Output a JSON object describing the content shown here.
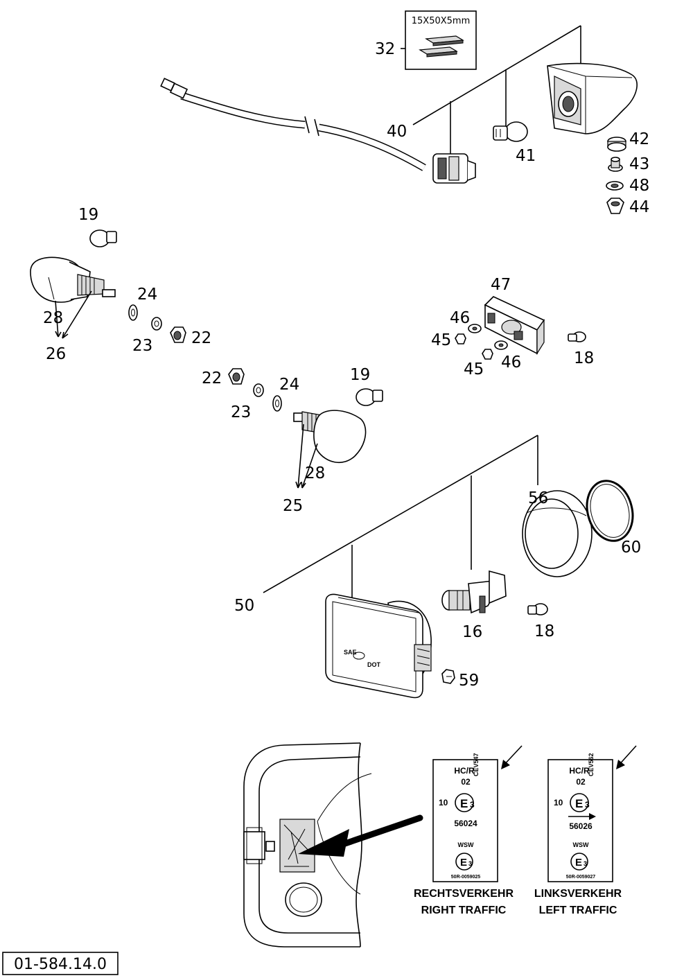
{
  "parts": [
    {
      "id": "p32",
      "label": "32"
    },
    {
      "id": "p40",
      "label": "40"
    },
    {
      "id": "p41",
      "label": "41"
    },
    {
      "id": "p42",
      "label": "42"
    },
    {
      "id": "p43",
      "label": "43"
    },
    {
      "id": "p48",
      "label": "48"
    },
    {
      "id": "p44",
      "label": "44"
    },
    {
      "id": "p19a",
      "label": "19"
    },
    {
      "id": "p28a",
      "label": "28"
    },
    {
      "id": "p26",
      "label": "26"
    },
    {
      "id": "p24a",
      "label": "24"
    },
    {
      "id": "p23a",
      "label": "23"
    },
    {
      "id": "p22a",
      "label": "22"
    },
    {
      "id": "p47",
      "label": "47"
    },
    {
      "id": "p46a",
      "label": "46"
    },
    {
      "id": "p45a",
      "label": "45"
    },
    {
      "id": "p45b",
      "label": "45"
    },
    {
      "id": "p46b",
      "label": "46"
    },
    {
      "id": "p18a",
      "label": "18"
    },
    {
      "id": "p22b",
      "label": "22"
    },
    {
      "id": "p24b",
      "label": "24"
    },
    {
      "id": "p23b",
      "label": "23"
    },
    {
      "id": "p19b",
      "label": "19"
    },
    {
      "id": "p28b",
      "label": "28"
    },
    {
      "id": "p25",
      "label": "25"
    },
    {
      "id": "p56",
      "label": "56"
    },
    {
      "id": "p60",
      "label": "60"
    },
    {
      "id": "p50",
      "label": "50"
    },
    {
      "id": "p16",
      "label": "16"
    },
    {
      "id": "p18b",
      "label": "18"
    },
    {
      "id": "p59",
      "label": "59"
    }
  ],
  "spec_box": {
    "text": "15X50X5mm"
  },
  "labels_right": {
    "hc": "HC/R",
    "num": "02",
    "cev": "CEV547",
    "ten": "10",
    "e": "E",
    "three": "3",
    "approval": "56024",
    "wsw": "WSW",
    "bottom_code": "50R-0059025",
    "caption_de": "RECHTSVERKEHR",
    "caption_en": "RIGHT TRAFFIC"
  },
  "labels_left": {
    "hc": "HC/R",
    "num": "02",
    "cev": "CEV562",
    "ten": "10",
    "e": "E",
    "three": "3",
    "approval": "56026",
    "wsw": "WSW",
    "bottom_code": "50R-0059027",
    "caption_de": "LINKSVERKEHR",
    "caption_en": "LEFT TRAFFIC"
  },
  "drawing_code": "01-584.14.0"
}
